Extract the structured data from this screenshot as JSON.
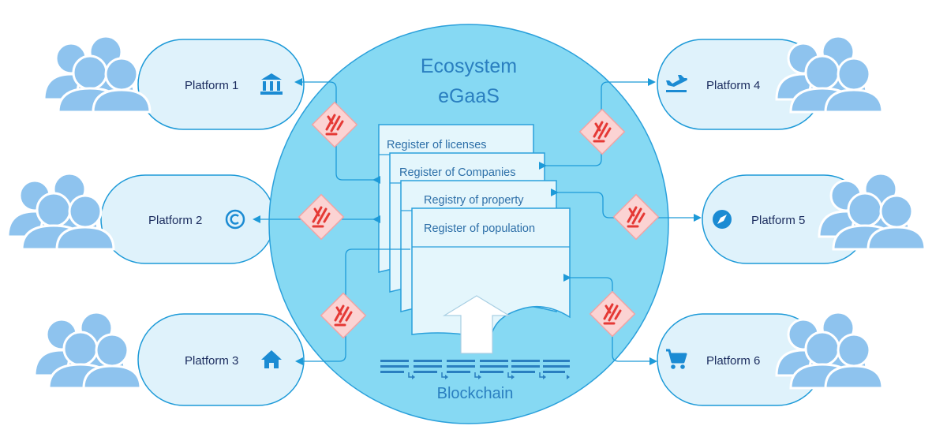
{
  "ecosystem": {
    "title_line1": "Ecosystem",
    "title_line2": "eGaaS"
  },
  "registers": [
    {
      "label": "Register of licenses"
    },
    {
      "label": "Register of Companies"
    },
    {
      "label": "Registry of property"
    },
    {
      "label": "Register of population"
    }
  ],
  "blockchain": {
    "label": "Blockchain"
  },
  "platforms": [
    {
      "label": "Platform 1",
      "icon": "bank-icon"
    },
    {
      "label": "Platform 2",
      "icon": "copyright-icon"
    },
    {
      "label": "Platform 3",
      "icon": "home-icon"
    },
    {
      "label": "Platform 4",
      "icon": "airplane-icon"
    },
    {
      "label": "Platform 5",
      "icon": "compass-icon"
    },
    {
      "label": "Platform 6",
      "icon": "cart-icon"
    }
  ],
  "colors": {
    "circle": "#86d9f3",
    "platform_fill": "#dff2fb",
    "users": "#8ec3ee",
    "connector": "#1d9ad8",
    "icon": "#1b8bd3",
    "contract_fill": "#fbd3d3",
    "contract_mark": "#e53935"
  }
}
